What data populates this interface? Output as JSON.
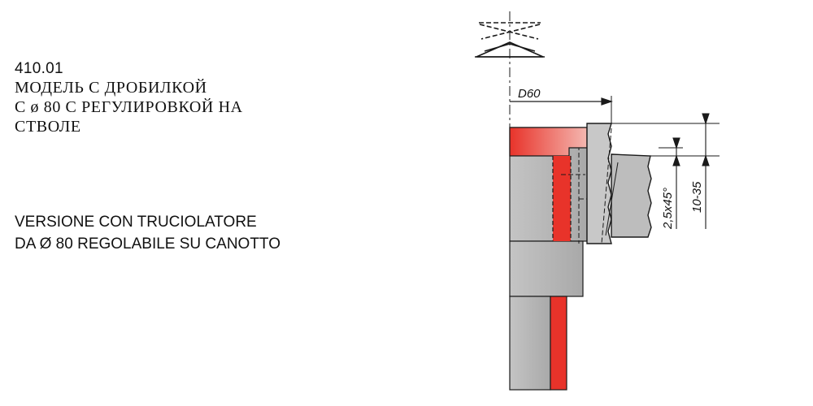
{
  "description": {
    "code": "410.01",
    "ru_lines": [
      "МОДЕЛЬ С ДРОБИЛКОЙ",
      "С ø 80 С РЕГУЛИРОВКОЙ НА",
      "СТВОЛЕ"
    ],
    "it_lines": [
      "VERSIONE CON TRUCIOLATORE",
      "DA Ø 80 REGOLABILE SU CANOTTO"
    ]
  },
  "drawing": {
    "dimension_diameter": "D60",
    "dimension_chamfer": "2,5x45°",
    "dimension_height_range": "10-35",
    "colors": {
      "body_gray": "#b9b9b9",
      "highlight_red": "#e8332a",
      "outline": "#1a1a1a"
    }
  }
}
